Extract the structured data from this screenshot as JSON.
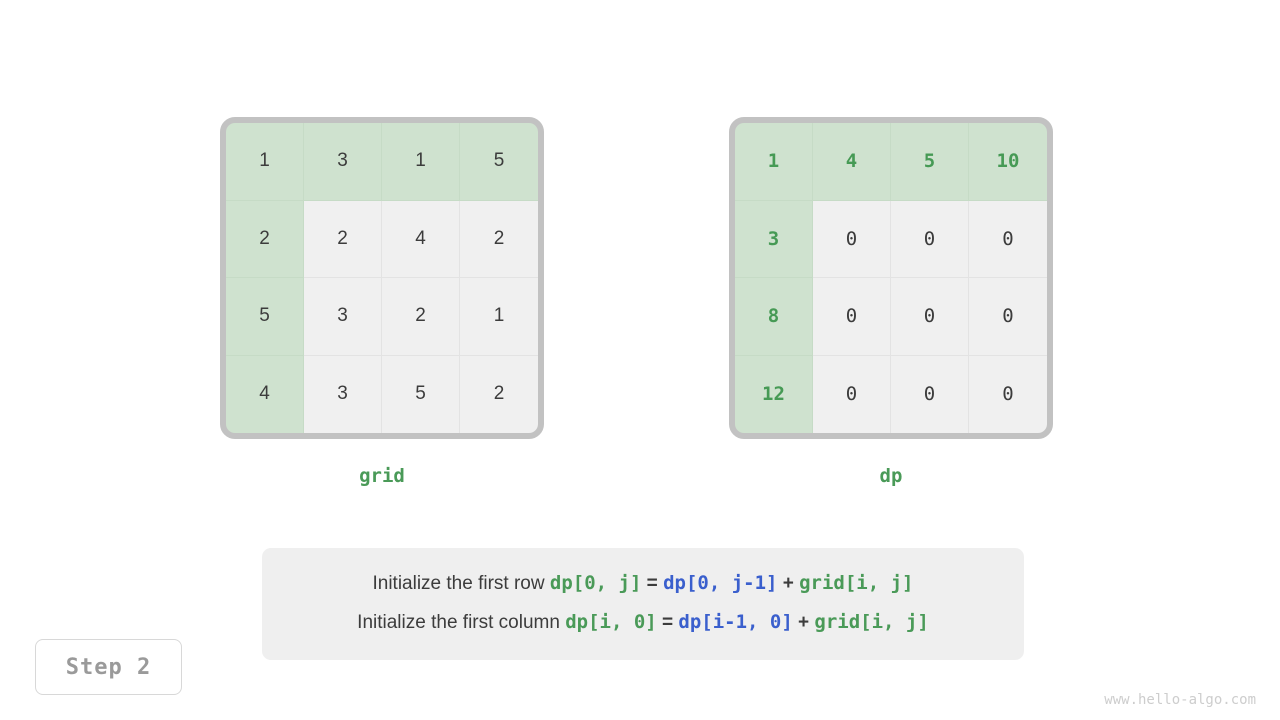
{
  "step_badge": {
    "label": "Step 2"
  },
  "watermark": {
    "text": "www.hello-algo.com"
  },
  "grid_matrix": {
    "label": "grid",
    "rows": [
      [
        {
          "v": "1",
          "hl": true
        },
        {
          "v": "3",
          "hl": true
        },
        {
          "v": "1",
          "hl": true
        },
        {
          "v": "5",
          "hl": true
        }
      ],
      [
        {
          "v": "2",
          "hl": true
        },
        {
          "v": "2",
          "hl": false
        },
        {
          "v": "4",
          "hl": false
        },
        {
          "v": "2",
          "hl": false
        }
      ],
      [
        {
          "v": "5",
          "hl": true
        },
        {
          "v": "3",
          "hl": false
        },
        {
          "v": "2",
          "hl": false
        },
        {
          "v": "1",
          "hl": false
        }
      ],
      [
        {
          "v": "4",
          "hl": true
        },
        {
          "v": "3",
          "hl": false
        },
        {
          "v": "5",
          "hl": false
        },
        {
          "v": "2",
          "hl": false
        }
      ]
    ]
  },
  "dp_matrix": {
    "label": "dp",
    "rows": [
      [
        {
          "v": "1",
          "hl": true
        },
        {
          "v": "4",
          "hl": true
        },
        {
          "v": "5",
          "hl": true
        },
        {
          "v": "10",
          "hl": true
        }
      ],
      [
        {
          "v": "3",
          "hl": true
        },
        {
          "v": "0",
          "hl": false
        },
        {
          "v": "0",
          "hl": false
        },
        {
          "v": "0",
          "hl": false
        }
      ],
      [
        {
          "v": "8",
          "hl": true
        },
        {
          "v": "0",
          "hl": false
        },
        {
          "v": "0",
          "hl": false
        },
        {
          "v": "0",
          "hl": false
        }
      ],
      [
        {
          "v": "12",
          "hl": true
        },
        {
          "v": "0",
          "hl": false
        },
        {
          "v": "0",
          "hl": false
        },
        {
          "v": "0",
          "hl": false
        }
      ]
    ]
  },
  "caption": {
    "line1": {
      "prose": "Initialize the first row ",
      "target": "dp[0, j]",
      "eq": " = ",
      "source": "dp[0, j-1]",
      "plus": " + ",
      "addend": "grid[i, j]"
    },
    "line2": {
      "prose": "Initialize the first column ",
      "target": "dp[i, 0]",
      "eq": " = ",
      "source": "dp[i-1, 0]",
      "plus": " + ",
      "addend": "grid[i, j]"
    }
  },
  "colors": {
    "highlight_cell": "#cfe2cf",
    "plain_cell": "#f0f0f0",
    "frame": "#c2c2c2",
    "green_text": "#4a9a58",
    "blue_text": "#3a5fcd",
    "dark_text": "#3c3c3c",
    "caption_bg": "#efefef"
  }
}
